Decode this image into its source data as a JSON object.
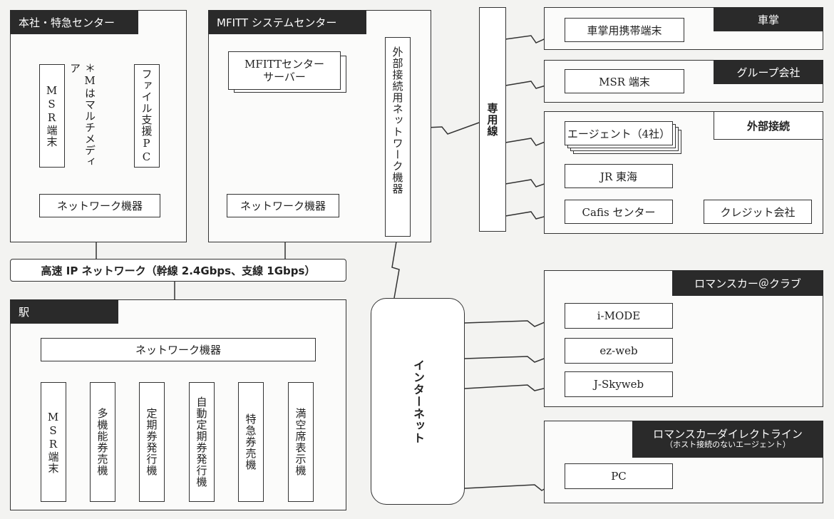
{
  "sections": {
    "honsha": "本社・特急センター",
    "mfitt": "MFITT システムセンター",
    "eki": "駅",
    "shasho": "車掌",
    "group": "グループ会社",
    "gaibu": "外部接続",
    "romance_club": "ロマンスカー＠クラブ",
    "romance_direct": "ロマンスカーダイレクトライン",
    "romance_direct_sub": "（ホスト接続のないエージェント）"
  },
  "honsha": {
    "msr": "MSR端末",
    "note": "＊Mはマルチメディア",
    "file_pc": "ファイル支援PC",
    "network": "ネットワーク機器"
  },
  "mfitt": {
    "server": "MFITTセンターサーバー",
    "network": "ネットワーク機器",
    "external": "外部接続用ネットワーク機器"
  },
  "backbone": "高速 IP ネットワーク（幹線 2.4Gbps、支線 1Gbps）",
  "leased_line": "専用線",
  "internet": "インターネット",
  "eki": {
    "network": "ネットワーク機器",
    "terminals": [
      "MSR端末",
      "多機能券売機",
      "定期券発行機",
      "自動定期券発行機",
      "特急券売機",
      "満空席表示機"
    ]
  },
  "external": {
    "shasho_terminal": "車掌用携帯端末",
    "group_terminal": "MSR 端末",
    "agent": "エージェント（4社）",
    "jr": "JR 東海",
    "cafis": "Cafis センター",
    "credit": "クレジット会社"
  },
  "mobile": [
    "i-MODE",
    "ez-web",
    "J-Skyweb"
  ],
  "pc": "PC"
}
